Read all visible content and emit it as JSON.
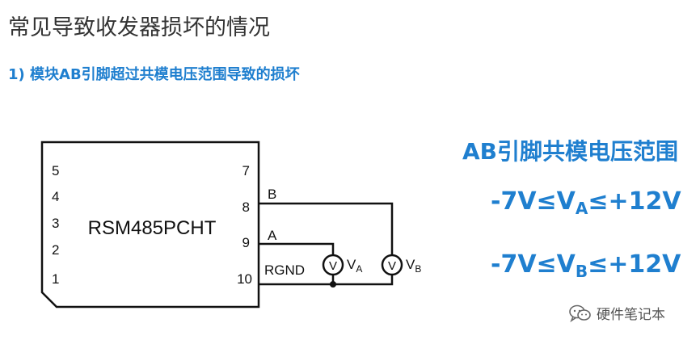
{
  "header": {
    "title": "常见导致收发器损坏的情况",
    "subtitle": "1) 模块AB引脚超过共模电压范围导致的损坏"
  },
  "module": {
    "name": "RSM485PCHT",
    "left_pins": [
      "5",
      "4",
      "3",
      "2",
      "1"
    ],
    "right_pins": [
      "7",
      "8",
      "9",
      "10"
    ]
  },
  "signals": {
    "b": "B",
    "a": "A",
    "rgnd": "RGND"
  },
  "meters": {
    "symbol": "V",
    "va_label": "V",
    "va_sub": "A",
    "vb_label": "V",
    "vb_sub": "B"
  },
  "range": {
    "title": "AB引脚共模电压范围",
    "line1": {
      "prefix": "-7V≤V",
      "sub": "A",
      "suffix": "≤+12V"
    },
    "line2": {
      "prefix": "-7V≤V",
      "sub": "B",
      "suffix": "≤+12V"
    }
  },
  "watermark": {
    "icon": "wechat-icon",
    "text": "硬件笔记本"
  },
  "colors": {
    "accent": "#1f7fcf",
    "title": "#333333",
    "line": "#111111"
  }
}
